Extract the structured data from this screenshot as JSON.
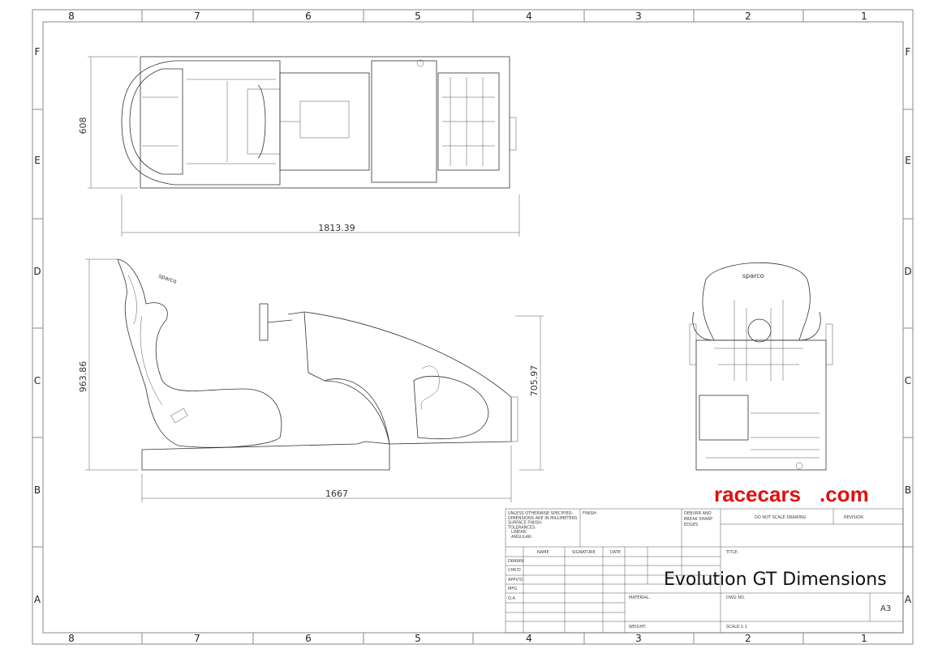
{
  "zones": {
    "columns": [
      "8",
      "7",
      "6",
      "5",
      "4",
      "3",
      "2",
      "1"
    ],
    "rows": [
      "F",
      "E",
      "D",
      "C",
      "B",
      "A"
    ]
  },
  "dimensions": {
    "top_view_width": "608",
    "top_view_length": "1813.39",
    "side_view_height": "963.86",
    "side_view_frame_height": "705.97",
    "side_view_length": "1667"
  },
  "seat_brand": "sparco",
  "title_block": {
    "notes": [
      "UNLESS OTHERWISE SPECIFIED:",
      "DIMENSIONS ARE IN MILLIMETERS",
      "SURFACE FINISH:",
      "TOLERANCES:",
      "LINEAR:",
      "ANGULAR:"
    ],
    "finish": "FINISH:",
    "deburr": [
      "DEBURR AND",
      "BREAK SHARP",
      "EDGES"
    ],
    "do_not_scale": "DO NOT SCALE DRAWING",
    "revision": "REVISION",
    "headers": [
      "NAME",
      "SIGNATURE",
      "DATE"
    ],
    "roles": [
      "DRAWN",
      "CHK'D",
      "APPV'D",
      "MFG",
      "Q.A"
    ],
    "title_label": "TITLE:",
    "material": "MATERIAL:",
    "weight": "WEIGHT:",
    "dwg_no": "DWG NO.",
    "sheet_size": "A3",
    "scale": "SCALE:1:1"
  },
  "drawing_title": "Evolution GT Dimensions",
  "watermark": {
    "left": "racecars",
    "right": ".com",
    "color": "#e01010"
  }
}
